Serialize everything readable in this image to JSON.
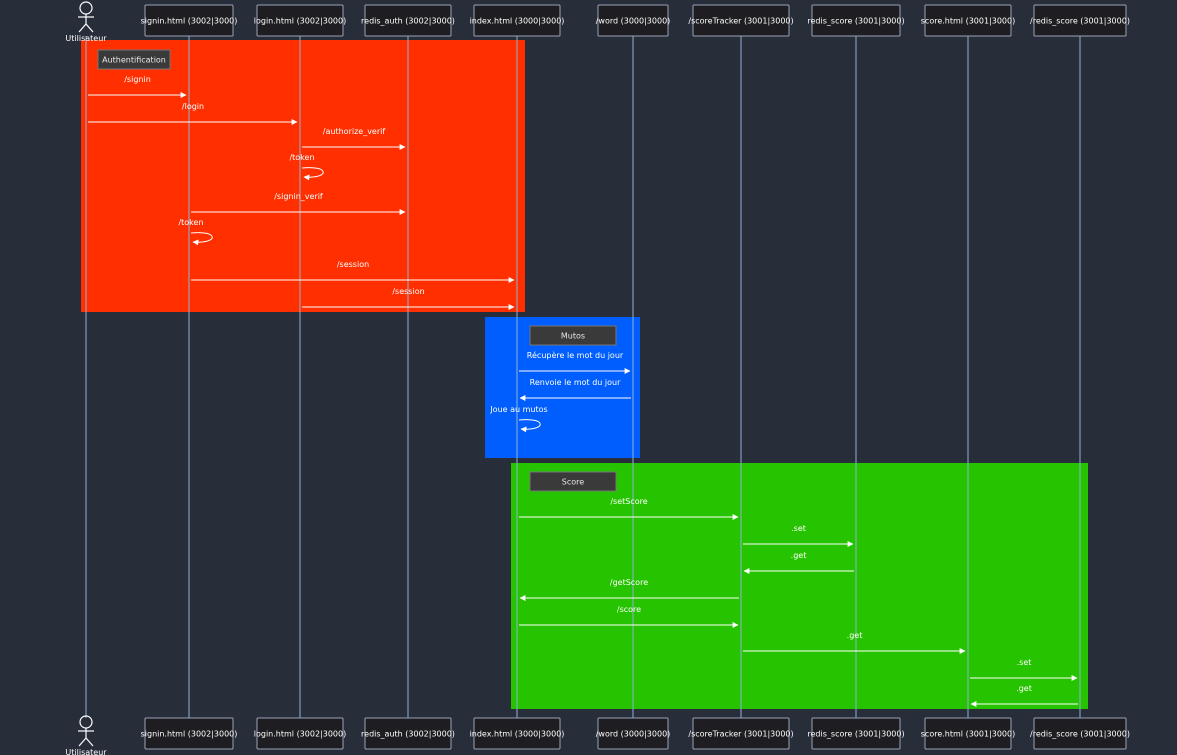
{
  "participants": [
    {
      "id": "user",
      "label": "Utilisateur",
      "type": "actor"
    },
    {
      "id": "signin",
      "label": "signin.html (3002|3000)"
    },
    {
      "id": "login",
      "label": "login.html (3002|3000)"
    },
    {
      "id": "redis_auth",
      "label": "redis_auth (3002|3000)"
    },
    {
      "id": "index",
      "label": "index.html (3000|3000)"
    },
    {
      "id": "word",
      "label": "/word (3000|3000)"
    },
    {
      "id": "scoreTracker",
      "label": "/scoreTracker (3001|3000)"
    },
    {
      "id": "redis_score",
      "label": "redis_score (3001|3000)"
    },
    {
      "id": "score",
      "label": "score.html (3001|3000)"
    },
    {
      "id": "redis_score2",
      "label": "/redis_score (3001|3000)"
    }
  ],
  "groups": [
    {
      "id": "auth",
      "label": "Authentification",
      "color": "#ff2f00"
    },
    {
      "id": "mutos",
      "label": "Mutos",
      "color": "#005eff"
    },
    {
      "id": "score",
      "label": "Score",
      "color": "#26c400"
    }
  ],
  "messages": [
    {
      "from": "user",
      "to": "signin",
      "label": "/signin"
    },
    {
      "from": "user",
      "to": "login",
      "label": "/login"
    },
    {
      "from": "login",
      "to": "redis_auth",
      "label": "/authorize_verif"
    },
    {
      "from": "login",
      "to": "login",
      "label": "/token"
    },
    {
      "from": "signin",
      "to": "redis_auth",
      "label": "/signin_verif"
    },
    {
      "from": "signin",
      "to": "signin",
      "label": "/token"
    },
    {
      "from": "signin",
      "to": "index",
      "label": "/session"
    },
    {
      "from": "login",
      "to": "index",
      "label": "/session"
    },
    {
      "from": "index",
      "to": "word",
      "label": "Récupère le mot du jour"
    },
    {
      "from": "word",
      "to": "index",
      "label": "Renvoie le mot du jour"
    },
    {
      "from": "index",
      "to": "index",
      "label": "Joue au mutos"
    },
    {
      "from": "index",
      "to": "scoreTracker",
      "label": "/setScore"
    },
    {
      "from": "scoreTracker",
      "to": "redis_score",
      "label": ".set"
    },
    {
      "from": "redis_score",
      "to": "scoreTracker",
      "label": ".get"
    },
    {
      "from": "scoreTracker",
      "to": "index",
      "label": "/getScore"
    },
    {
      "from": "index",
      "to": "scoreTracker",
      "label": "/score"
    },
    {
      "from": "scoreTracker",
      "to": "score",
      "label": ".get"
    },
    {
      "from": "score",
      "to": "redis_score2",
      "label": ".set"
    },
    {
      "from": "redis_score2",
      "to": "score",
      "label": ".get"
    }
  ],
  "colors": {
    "background": "#282d3a",
    "participant_fill": "#1e1e22",
    "participant_stroke": "#9aa3b5",
    "lifeline": "#8fb0d8",
    "arrow": "#ffffff",
    "note_fill": "#3a3a3a"
  },
  "icons": {
    "actor": "person-stick-figure-icon"
  }
}
